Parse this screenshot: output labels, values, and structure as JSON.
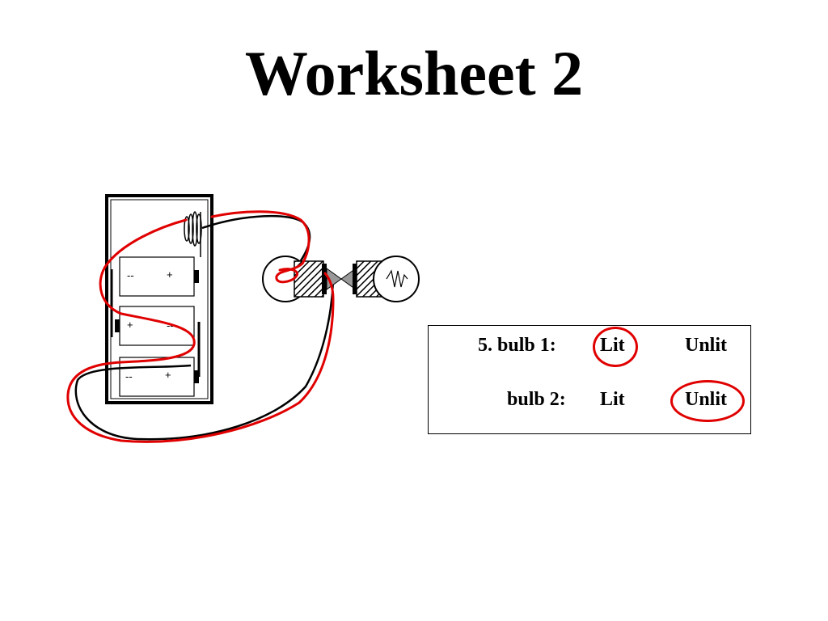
{
  "page": {
    "title": "Worksheet 2"
  },
  "diagram": {
    "batteries": [
      {
        "left_terminal": "--",
        "right_terminal": "+"
      },
      {
        "left_terminal": "+",
        "right_terminal": "--"
      },
      {
        "left_terminal": "--",
        "right_terminal": "+"
      }
    ],
    "colors": {
      "drawn_wire": "#e00000",
      "printed_wire": "#000000"
    }
  },
  "question": {
    "item1_label": "5.  bulb 1:",
    "item1_lit": "Lit",
    "item1_unlit": "Unlit",
    "item1_circled": "Lit",
    "item2_label": "bulb 2:",
    "item2_lit": "Lit",
    "item2_unlit": "Unlit",
    "item2_circled": "Unlit"
  }
}
